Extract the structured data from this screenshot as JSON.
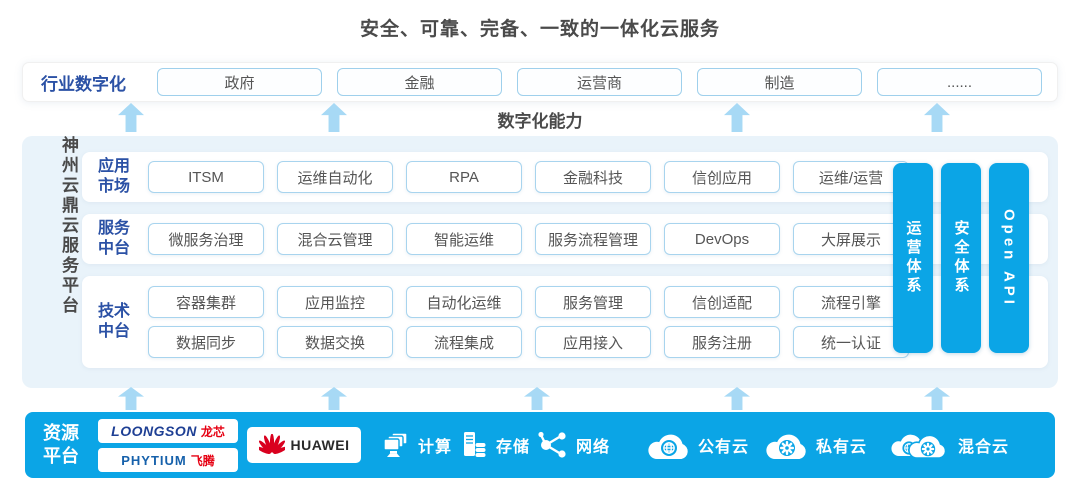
{
  "title": "安全、可靠、完备、一致的一体化云服务",
  "capability_label": "数字化能力",
  "industry": {
    "label": "行业数字化",
    "items": [
      "政府",
      "金融",
      "运营商",
      "制造",
      "......"
    ]
  },
  "platform": {
    "name": "神州云鼎云服务平台",
    "rows": [
      {
        "label": "应用市场",
        "items": [
          "ITSM",
          "运维自动化",
          "RPA",
          "金融科技",
          "信创应用",
          "运维/运营"
        ]
      },
      {
        "label": "服务中台",
        "items": [
          "微服务治理",
          "混合云管理",
          "智能运维",
          "服务流程管理",
          "DevOps",
          "大屏展示"
        ]
      },
      {
        "label": "技术中台",
        "lines": [
          [
            "容器集群",
            "应用监控",
            "自动化运维",
            "服务管理",
            "信创适配",
            "流程引擎"
          ],
          [
            "数据同步",
            "数据交换",
            "流程集成",
            "应用接入",
            "服务注册",
            "统一认证"
          ]
        ]
      }
    ],
    "pillars": [
      "运营体系",
      "安全体系",
      "Open API"
    ]
  },
  "resources": {
    "label": "资源平台",
    "vendors": {
      "loongson": {
        "latin": "LOONGSON",
        "cjk": "龙芯"
      },
      "phytium": {
        "latin": "PHYTIUM",
        "cjk": "飞腾"
      },
      "huawei": {
        "latin": "HUAWEI"
      }
    },
    "services": [
      {
        "label": "计算"
      },
      {
        "label": "存储"
      },
      {
        "label": "网络"
      },
      {
        "label": "公有云"
      },
      {
        "label": "私有云"
      },
      {
        "label": "混合云"
      }
    ]
  },
  "colors": {
    "accent_blue": "#0ba5e6",
    "arrow_blue": "#a7d9f5",
    "label_blue": "#2b51a5",
    "loongson_blue": "#1e3f94",
    "phytium_blue": "#1661ab",
    "logo_red": "#e60012",
    "huawei_red": "#d9001f"
  }
}
